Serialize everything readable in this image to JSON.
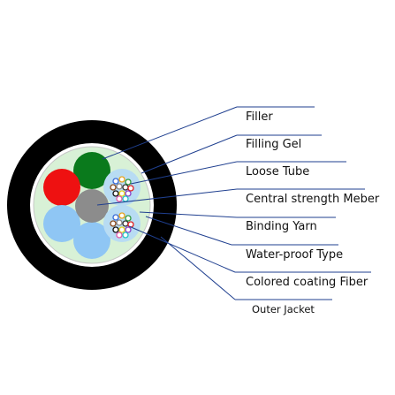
{
  "labels": {
    "filler": "Filler",
    "filling_gel": "Filling Gel",
    "loose_tube": "Loose Tube",
    "central_member": "Central strength Meber",
    "binding_yarn": "Binding Yarn",
    "waterproof": "Water-proof Type",
    "colored_fiber": "Colored coating Fiber",
    "outer_jacket": "Outer Jacket"
  },
  "colors": {
    "outer_jacket": "#000000",
    "water_block_tape": "#ffffff",
    "filling_gel": "#d8f1d6",
    "filler_green": "#0a7a1c",
    "filler_red": "#ee1111",
    "filler_blue": "#8fc6f4",
    "central_member": "#8c8c8c",
    "loose_tube": "#b8dcf3",
    "leader_lines": "#1f3f8f"
  }
}
